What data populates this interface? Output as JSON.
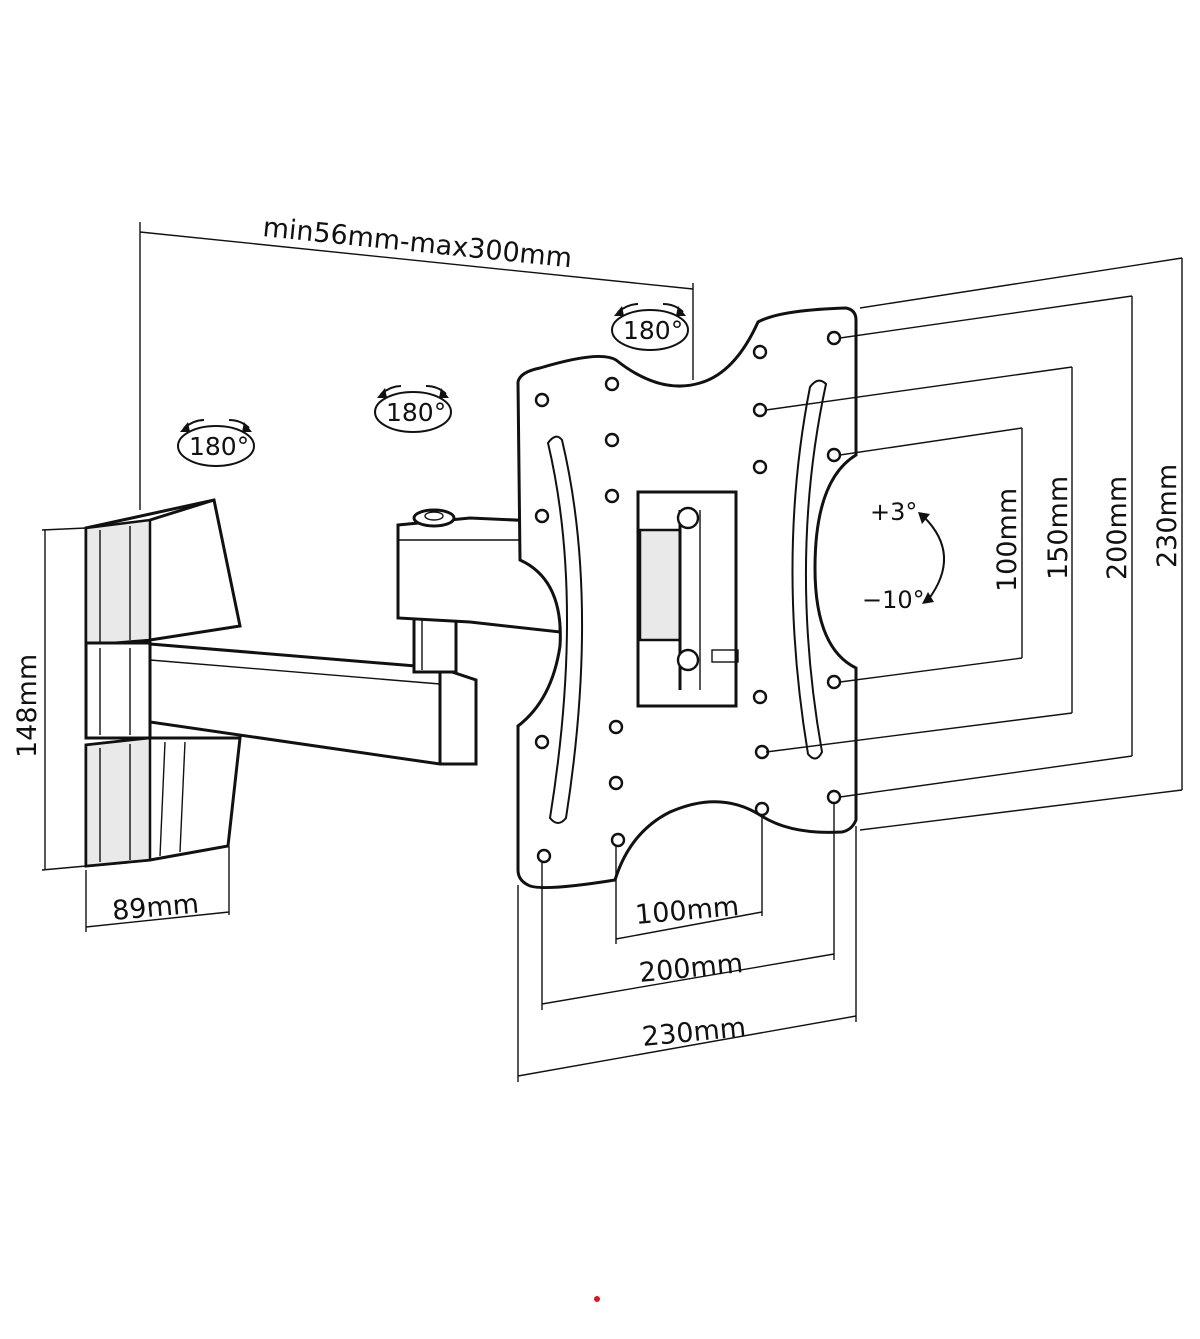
{
  "dimensions": {
    "arm_extension": "min56mm-max300mm",
    "wall_plate_height": "148mm",
    "wall_plate_width": "89mm",
    "vesa_h_100": "100mm",
    "vesa_h_200": "200mm",
    "plate_width": "230mm",
    "vesa_v_100": "100mm",
    "vesa_v_150": "150mm",
    "vesa_v_200": "200mm",
    "plate_height": "230mm"
  },
  "swivel": {
    "wall_joint": "180°",
    "arm_joint": "180°",
    "head_joint": "180°"
  },
  "tilt": {
    "up": "+3°",
    "down": "−10°"
  },
  "colors": {
    "line": "#111111",
    "background": "#ffffff",
    "indicator": "#e0151b"
  }
}
